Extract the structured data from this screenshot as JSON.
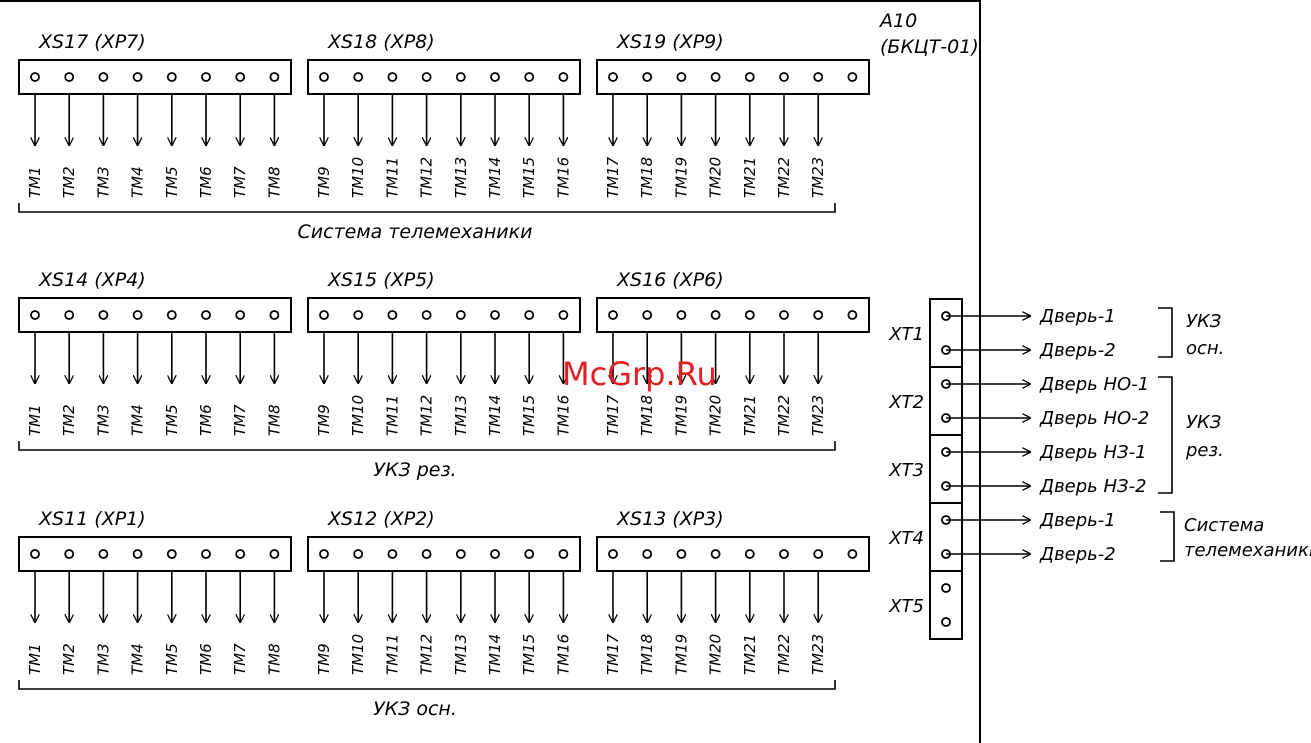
{
  "device": {
    "line1": "A10",
    "line2": "(БКЦТ-01)"
  },
  "rows": [
    {
      "group_label": "Система телемеханики",
      "connectors": [
        {
          "name": "XS17 (XP7)",
          "pins": [
            "TM1",
            "TM2",
            "TM3",
            "TM4",
            "TM5",
            "TM6",
            "TM7",
            "TM8"
          ]
        },
        {
          "name": "XS18 (XP8)",
          "pins": [
            "TM9",
            "TM10",
            "TM11",
            "TM12",
            "TM13",
            "TM14",
            "TM15",
            "TM16"
          ]
        },
        {
          "name": "XS19 (XP9)",
          "pins": [
            "TM17",
            "TM18",
            "TM19",
            "TM20",
            "TM21",
            "TM22",
            "TM23"
          ]
        }
      ]
    },
    {
      "group_label": "УКЗ рез.",
      "connectors": [
        {
          "name": "XS14 (XP4)",
          "pins": [
            "TM1",
            "TM2",
            "TM3",
            "TM4",
            "TM5",
            "TM6",
            "TM7",
            "TM8"
          ]
        },
        {
          "name": "XS15 (XP5)",
          "pins": [
            "TM9",
            "TM10",
            "TM11",
            "TM12",
            "TM13",
            "TM14",
            "TM15",
            "TM16"
          ]
        },
        {
          "name": "XS16 (XP6)",
          "pins": [
            "TM17",
            "TM18",
            "TM19",
            "TM20",
            "TM21",
            "TM22",
            "TM23"
          ]
        }
      ]
    },
    {
      "group_label": "УКЗ осн.",
      "connectors": [
        {
          "name": "XS11 (XP1)",
          "pins": [
            "TM1",
            "TM2",
            "TM3",
            "TM4",
            "TM5",
            "TM6",
            "TM7",
            "TM8"
          ]
        },
        {
          "name": "XS12 (XP2)",
          "pins": [
            "TM9",
            "TM10",
            "TM11",
            "TM12",
            "TM13",
            "TM14",
            "TM15",
            "TM16"
          ]
        },
        {
          "name": "XS13 (XP3)",
          "pins": [
            "TM17",
            "TM18",
            "TM19",
            "TM20",
            "TM21",
            "TM22",
            "TM23"
          ]
        }
      ]
    }
  ],
  "terminals": [
    "XT1",
    "XT2",
    "XT3",
    "XT4",
    "XT5"
  ],
  "outputs": [
    "Дверь-1",
    "Дверь-2",
    "Дверь НО-1",
    "Дверь НО-2",
    "Дверь НЗ-1",
    "Дверь НЗ-2",
    "Дверь-1",
    "Дверь-2"
  ],
  "output_groups": [
    {
      "lines": [
        "УКЗ",
        "осн."
      ]
    },
    {
      "lines": [
        "УКЗ",
        "рез."
      ]
    },
    {
      "lines": [
        "Система",
        "телемеханики"
      ]
    }
  ],
  "watermark": "McGrp.Ru"
}
